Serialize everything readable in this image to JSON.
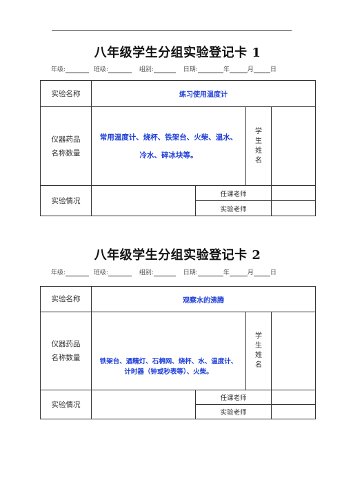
{
  "card1": {
    "title": "八年级学生分组实验登记卡 1",
    "meta": {
      "grade": "年级:",
      "class": "班级:",
      "group": "组别:",
      "date": "日期:",
      "year": "年",
      "month": "月",
      "day": "日"
    },
    "exp_name_label": "实验名称",
    "exp_name_value": "练习使用温度计",
    "equip_label_1": "仪器药品",
    "equip_label_2": "名称数量",
    "equip_value_1": "常用温度计、烧杯、铁架台、火柴、温水、",
    "equip_value_2": "冷水、碎冰块等。",
    "student_name": [
      "学",
      "生",
      "姓",
      "名"
    ],
    "situation_label": "实验情况",
    "teacher_label": "任课老师",
    "lab_teacher_label": "实验老师"
  },
  "card2": {
    "title": "八年级学生分组实验登记卡 2",
    "meta": {
      "grade": "年级:",
      "class": "班级:",
      "group": "组别:",
      "date": "日期:",
      "year": "年",
      "month": "月",
      "day": "日"
    },
    "exp_name_label": "实验名称",
    "exp_name_value": "观察水的沸腾",
    "equip_label_1": "仪器药品",
    "equip_label_2": "名称数量",
    "equip_value_1": "铁架台、酒精灯、石棉网、烧杯、水、温度计、",
    "equip_value_2": "计时器（钟或秒表等）、火柴。",
    "student_name": [
      "学",
      "生",
      "姓",
      "名"
    ],
    "situation_label": "实验情况",
    "teacher_label": "任课老师",
    "lab_teacher_label": "实验老师"
  }
}
